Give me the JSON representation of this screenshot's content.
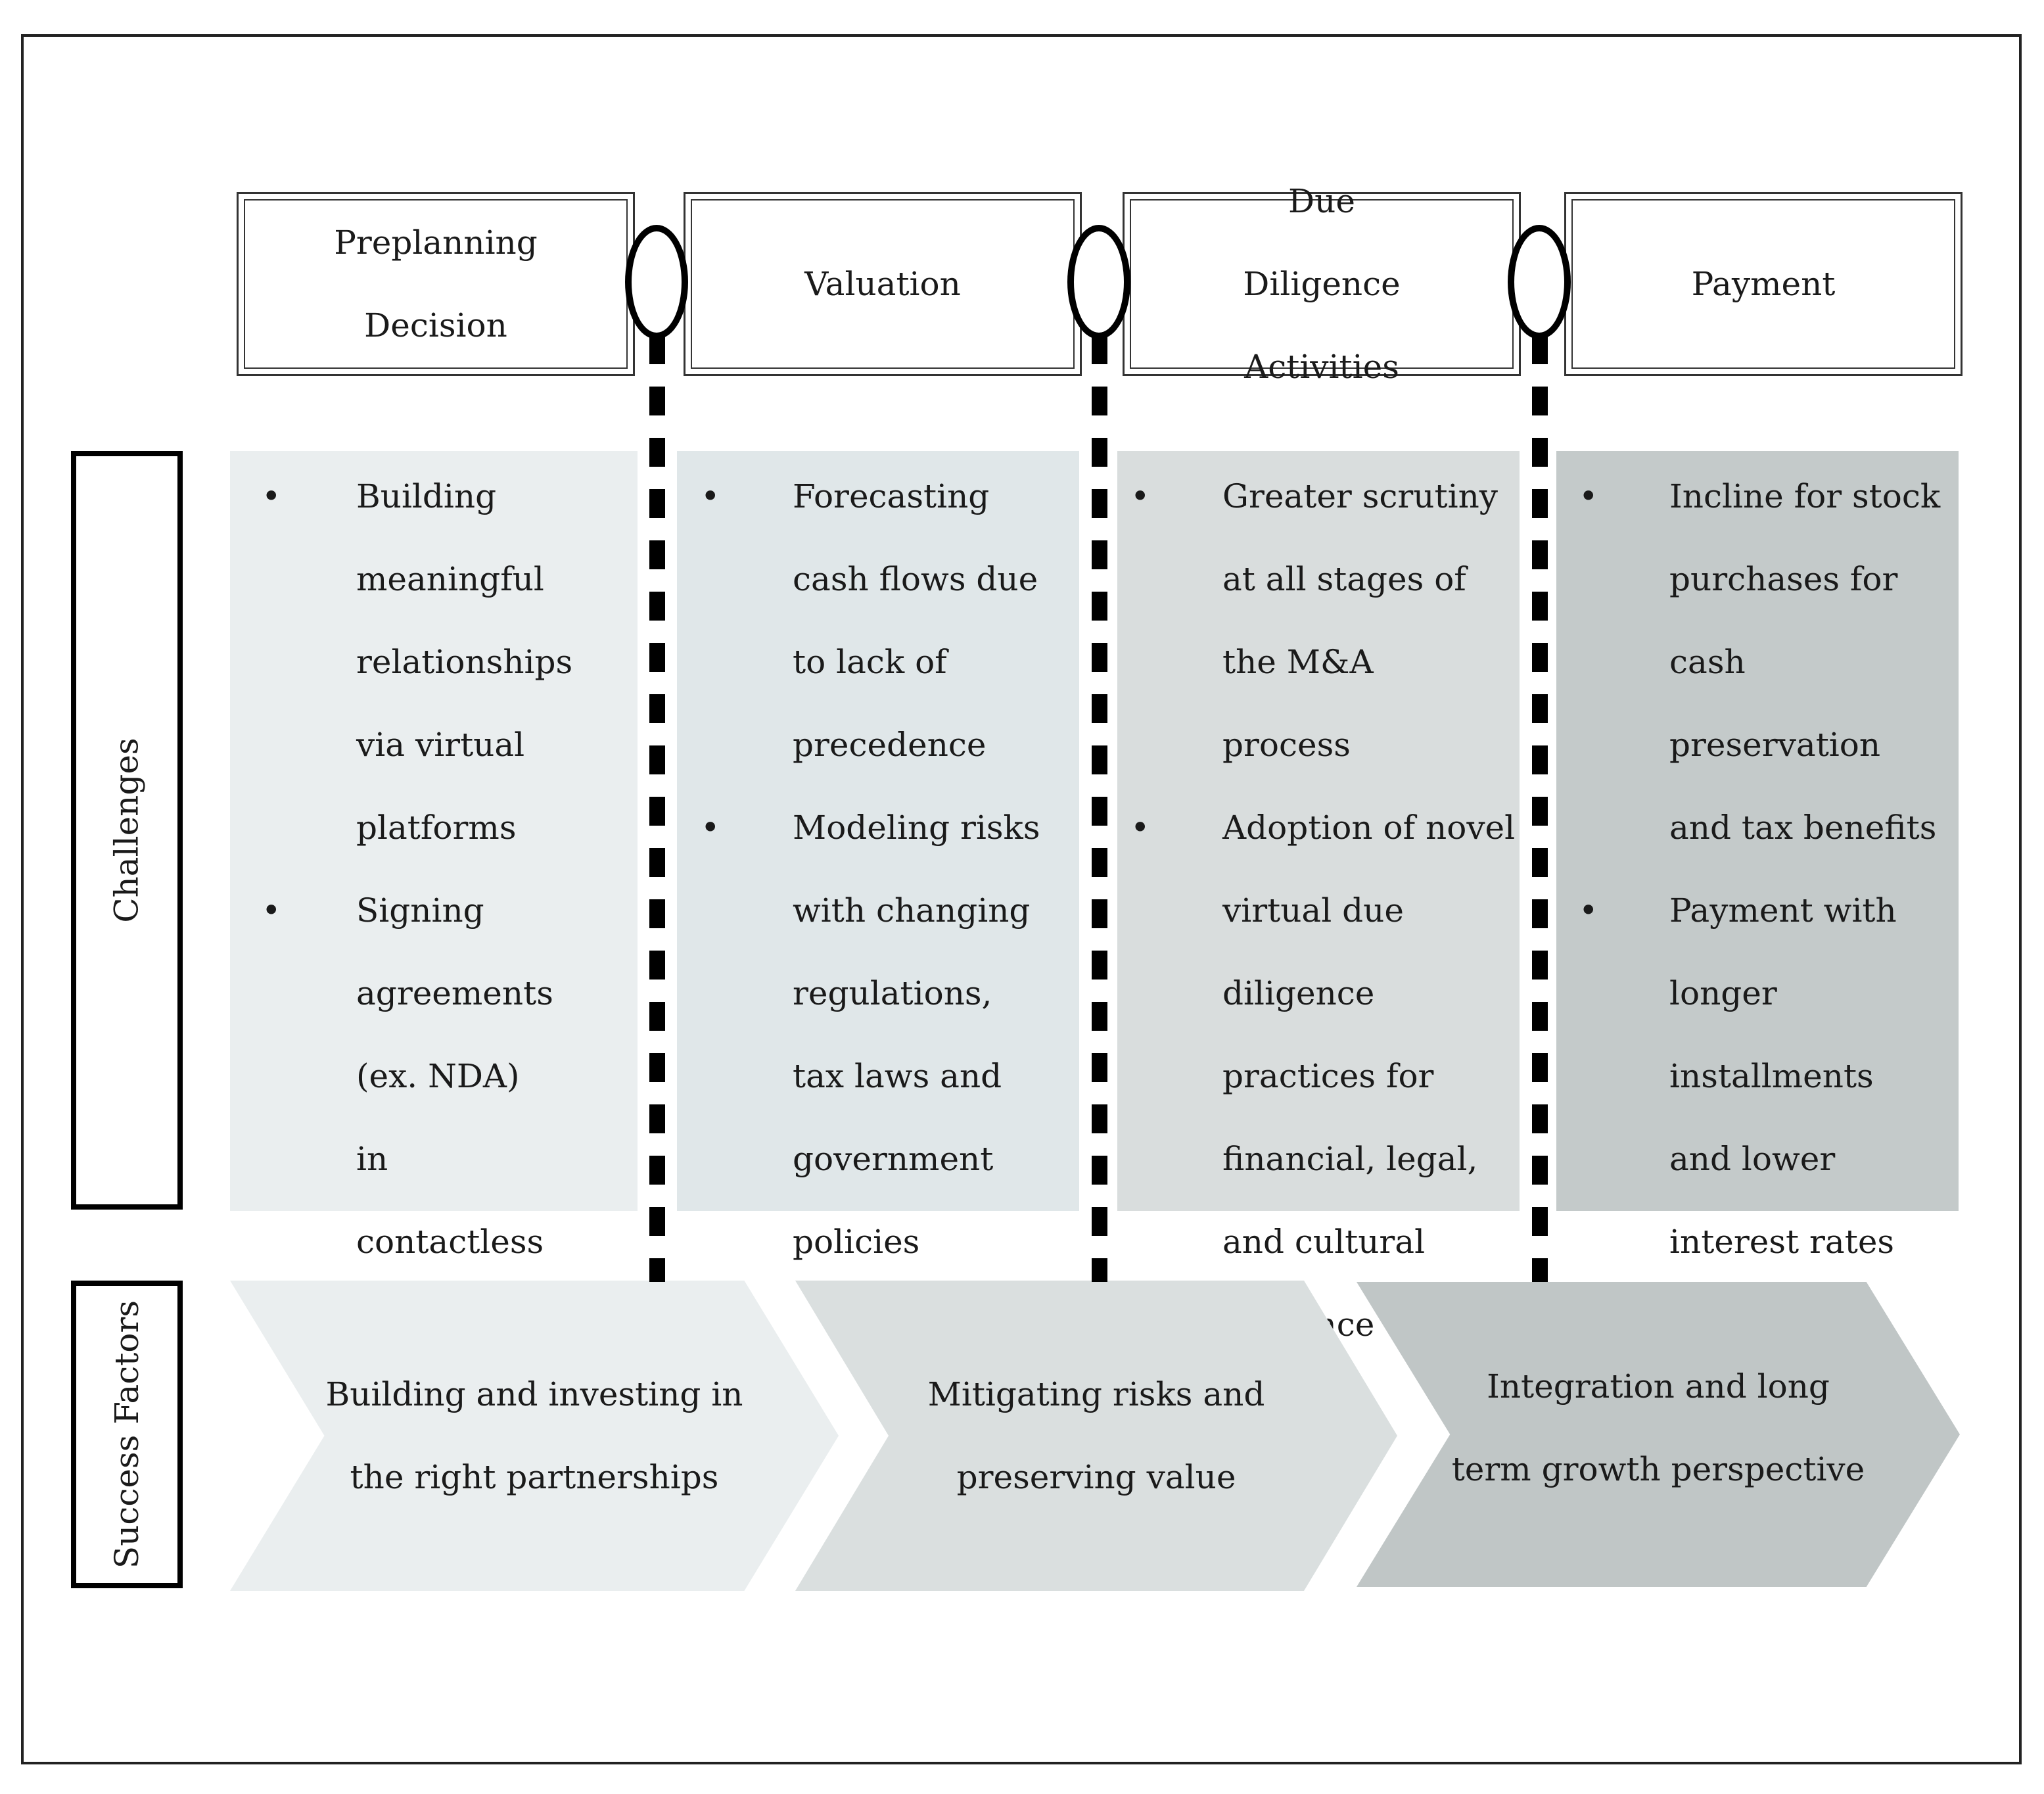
{
  "stages": [
    {
      "label": "Preplanning Decision"
    },
    {
      "label": "Valuation"
    },
    {
      "label": "Due Diligence Activities"
    },
    {
      "label": "Payment"
    }
  ],
  "sections": {
    "challenges": "Challenges",
    "success_factors": "Success Factors"
  },
  "challenges": [
    {
      "items": [
        "Building meaningful relationships via virtual platforms",
        "Signing agreements (ex. NDA) in contactless economy"
      ]
    },
    {
      "items": [
        "Forecasting cash flows due to lack of precedence",
        "Modeling risks with changing regulations, tax laws and government policies"
      ]
    },
    {
      "items": [
        "Greater scrutiny at all stages of the M&A process",
        "Adoption of novel virtual due diligence practices for financial, legal, and cultural diligence"
      ]
    },
    {
      "items": [
        "Incline for stock purchases for cash preservation and tax benefits",
        "Payment with longer installments and lower interest rates"
      ]
    }
  ],
  "success_factors": [
    {
      "label": "Building and investing in the right partnerships"
    },
    {
      "label": "Mitigating risks and preserving value"
    },
    {
      "label": "Integration and long term growth perspective"
    }
  ],
  "bullet_symbol": "•",
  "colors": {
    "panel_1": "#eaeeef",
    "panel_2": "#e0e7e9",
    "panel_3": "#d9dddd",
    "panel_4": "#c4caca",
    "arrow_1": "#eaeeef",
    "arrow_2": "#dadfdf",
    "arrow_3": "#c0c6c6"
  }
}
